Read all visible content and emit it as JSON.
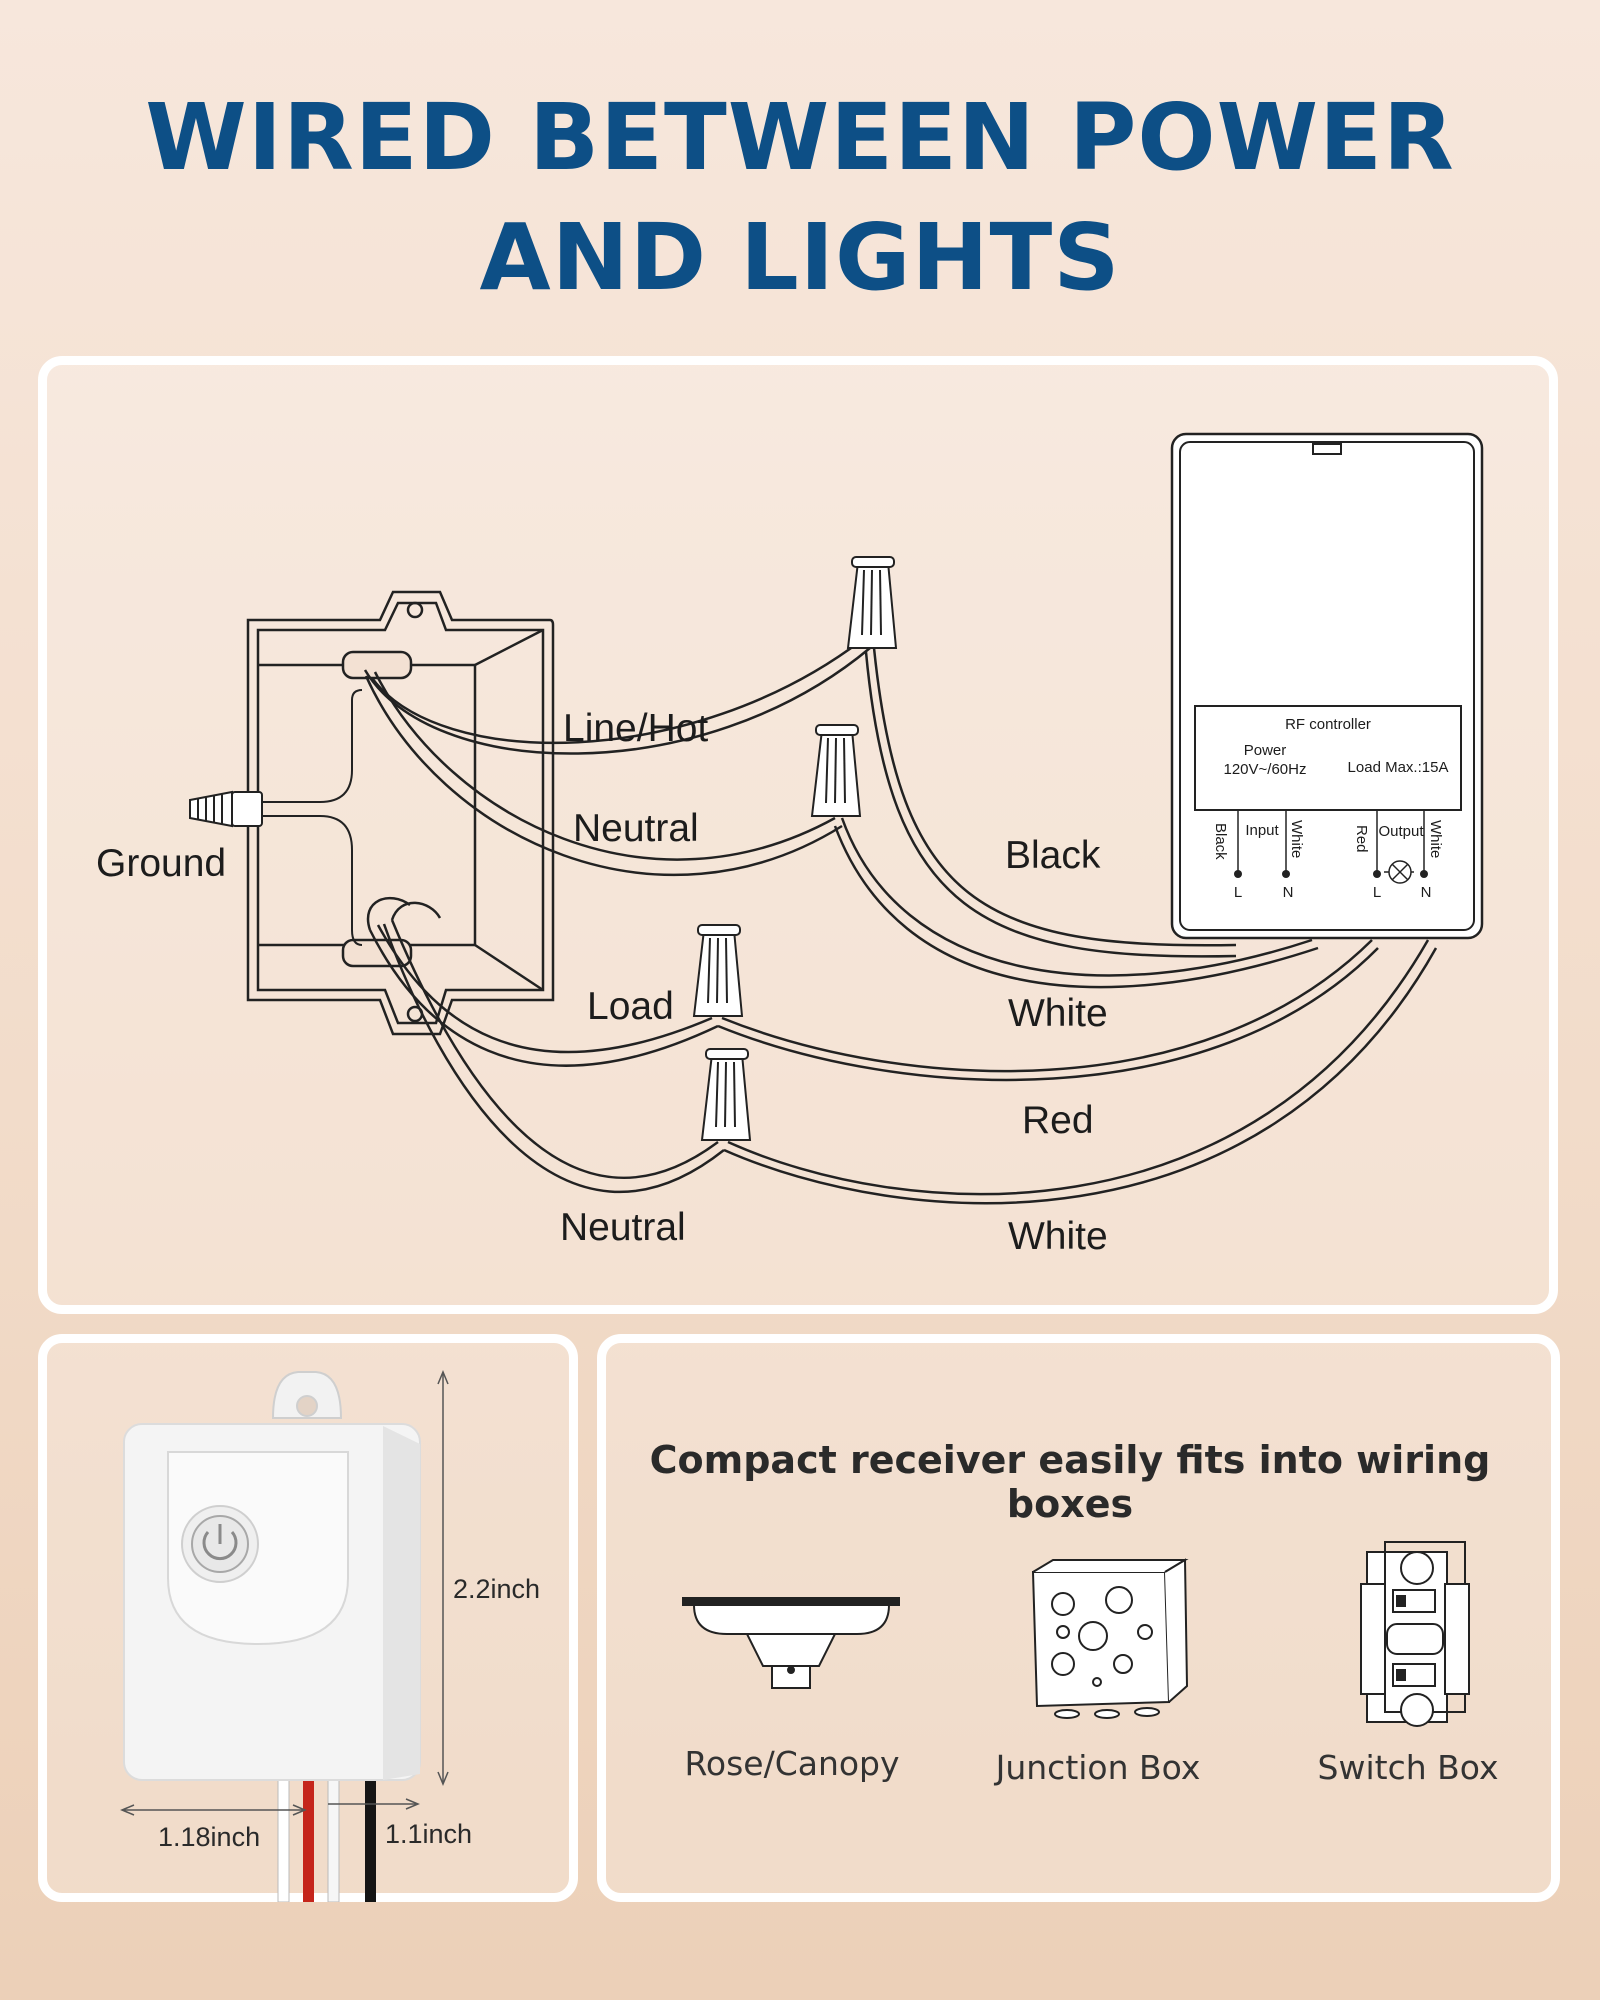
{
  "title": {
    "line1": "WIRED BETWEEN POWER",
    "line2": "AND LIGHTS"
  },
  "wiring": {
    "left_labels": {
      "ground": "Ground",
      "line_hot": "Line/Hot",
      "neutral_top": "Neutral",
      "load": "Load",
      "neutral_bottom": "Neutral"
    },
    "right_labels": {
      "black": "Black",
      "white_top": "White",
      "red": "Red",
      "white_bottom": "White"
    },
    "controller": {
      "name": "RF controller",
      "power_label": "Power",
      "power_rating": "120V~/60Hz",
      "load_max": "Load Max.:15A",
      "input_label": "Input",
      "output_label": "Output",
      "wire_black": "Black",
      "wire_white_in": "White",
      "wire_red": "Red",
      "wire_white_out": "White",
      "term_l1": "L",
      "term_n1": "N",
      "term_l2": "L",
      "term_n2": "N"
    }
  },
  "dimensions": {
    "height": "2.2inch",
    "width": "1.18inch",
    "depth": "1.1inch"
  },
  "fits": {
    "heading": "Compact receiver easily fits into wiring boxes",
    "items": [
      "Rose/Canopy",
      "Junction Box",
      "Switch Box"
    ]
  },
  "colors": {
    "title": "#0d4f86",
    "panel_border": "#ffffff"
  }
}
